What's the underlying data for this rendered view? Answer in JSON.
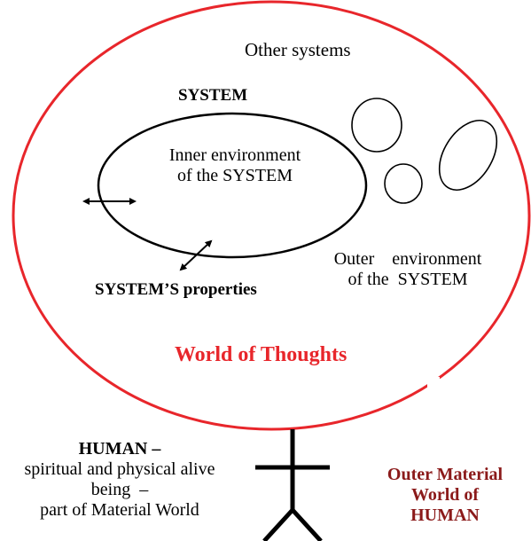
{
  "labels": {
    "other_systems": "Other systems",
    "system": "SYSTEM",
    "inner_env_line1": "Inner environment",
    "inner_env_line2": "of the SYSTEM",
    "outer_env_line1": "Outer    environment",
    "outer_env_line2": "of the  SYSTEM",
    "system_properties": "SYSTEM’S properties",
    "world_of_thoughts": "World of Thoughts",
    "human_title": "HUMAN –",
    "human_line1": "spiritual and physical alive",
    "human_line2": "being  –",
    "human_line3": "part of Material World",
    "outer_material_line1": "Outer Material",
    "outer_material_line2": "World of",
    "outer_material_line3": "HUMAN"
  },
  "colors": {
    "world_circle": "#e8262b",
    "world_text": "#e8262b",
    "outer_material_text": "#8b1a1a",
    "ink": "#000000"
  }
}
